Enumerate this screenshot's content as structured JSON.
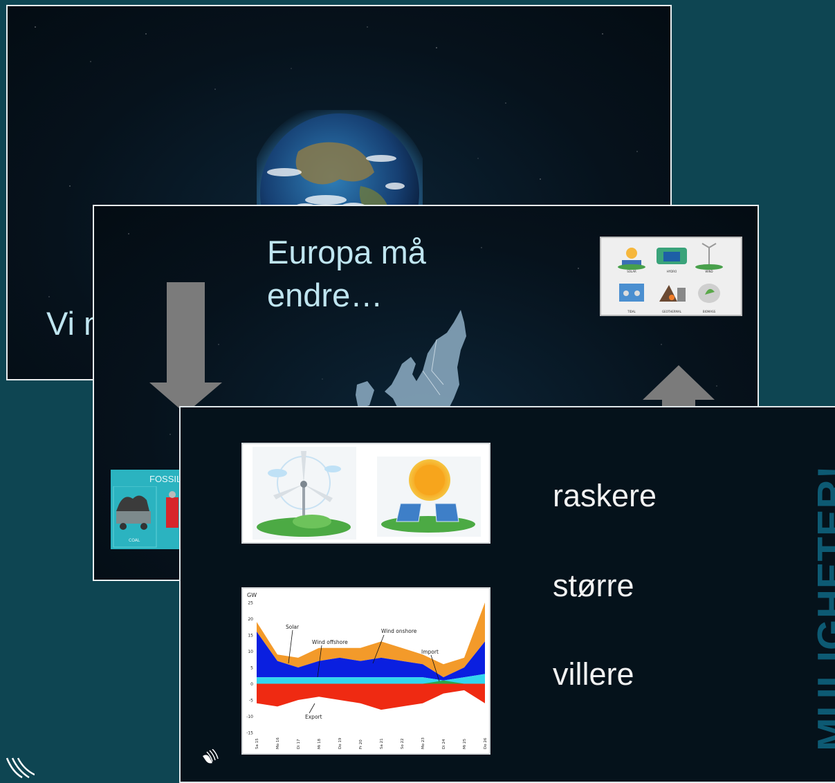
{
  "slide1": {
    "title": "Vi m"
  },
  "slide2": {
    "title_line1": "Europa må",
    "title_line2": "endre…",
    "fossil_label": "FOSSIL",
    "coal_label": "COAL",
    "renew_labels": [
      "SOLAR",
      "HYDRO",
      "WIND",
      "TIDAL",
      "GEOTHERMAL",
      "BIOMASS"
    ]
  },
  "slide3": {
    "words": [
      "raskere",
      "større",
      "villere"
    ],
    "vertical_word": "MULIGHETER!",
    "colors": {
      "accent": "#0d5a73",
      "solar": "#f39a2a",
      "wind": "#0a1fe0",
      "offshore": "#33d6ee",
      "export": "#ef2a12",
      "import": "#2aa84a"
    }
  },
  "chart_data": {
    "type": "area",
    "ylabel": "GW",
    "ylim": [
      -15,
      25
    ],
    "yticks": [
      25,
      20,
      15,
      10,
      5,
      0,
      -5,
      -10,
      -15
    ],
    "xticks": [
      "Sa 15",
      "Mo 16",
      "Di 17",
      "Mi 18",
      "Do 19",
      "Fr 20",
      "Sa 21",
      "So 22",
      "Mo 23",
      "Di 24",
      "Mi 25",
      "Do 26"
    ],
    "annotations": [
      "Solar",
      "Wind offshore",
      "Wind onshore",
      "Import",
      "Export"
    ],
    "series": [
      {
        "name": "Solar",
        "values": [
          3,
          2,
          3,
          4,
          3,
          4,
          5,
          4,
          3,
          4,
          3,
          12
        ]
      },
      {
        "name": "Wind onshore",
        "values": [
          14,
          5,
          3,
          5,
          6,
          5,
          6,
          5,
          4,
          1,
          3,
          10
        ]
      },
      {
        "name": "Wind offshore",
        "values": [
          2,
          2,
          2,
          2,
          2,
          2,
          2,
          2,
          2,
          1,
          2,
          3
        ]
      },
      {
        "name": "Import",
        "values": [
          0,
          0,
          0,
          0,
          0,
          0,
          0,
          0,
          0,
          1,
          0,
          0
        ]
      },
      {
        "name": "Export",
        "values": [
          -6,
          -7,
          -5,
          -4,
          -5,
          -6,
          -8,
          -7,
          -6,
          -3,
          -2,
          -6
        ]
      }
    ]
  }
}
